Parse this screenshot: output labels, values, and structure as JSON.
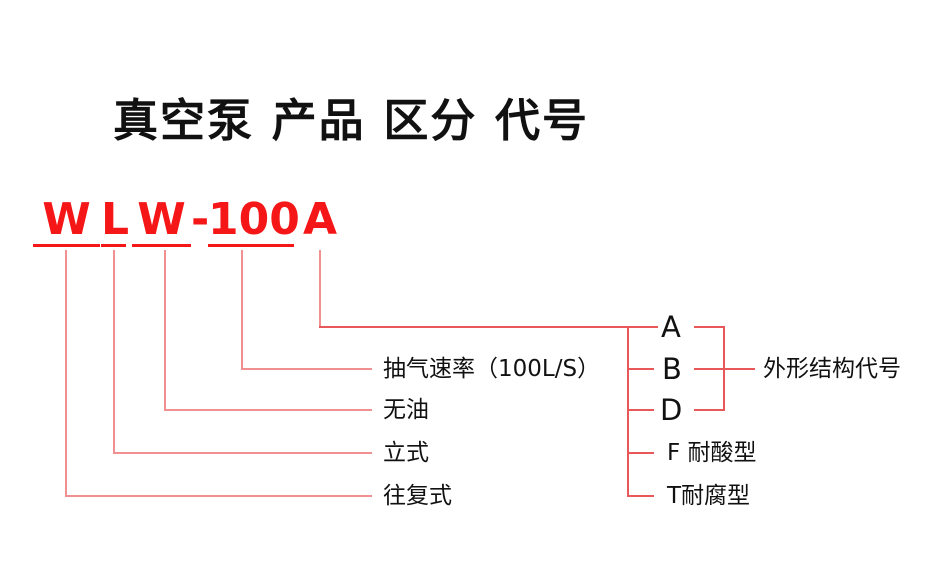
{
  "title": {
    "text": "真空泵 产品 区分 代号"
  },
  "code": {
    "w1": "W",
    "l": "L",
    "w2": "W",
    "dash": "-",
    "speed": "100",
    "structure": "A"
  },
  "annotations": {
    "pumping_speed": "抽气速率（100L/S）",
    "oil_free": "无油",
    "vertical_type": "立式",
    "reciprocating": "往复式"
  },
  "structure_codes": {
    "a": "A",
    "b": "B",
    "d": "D",
    "f": "F 耐酸型",
    "t": "T耐腐型",
    "caption": "外形结构代号"
  },
  "colors": {
    "code_red": "#f51717",
    "line_light": "#f19090",
    "line_strong": "#e85858",
    "text_black": "#111111"
  }
}
